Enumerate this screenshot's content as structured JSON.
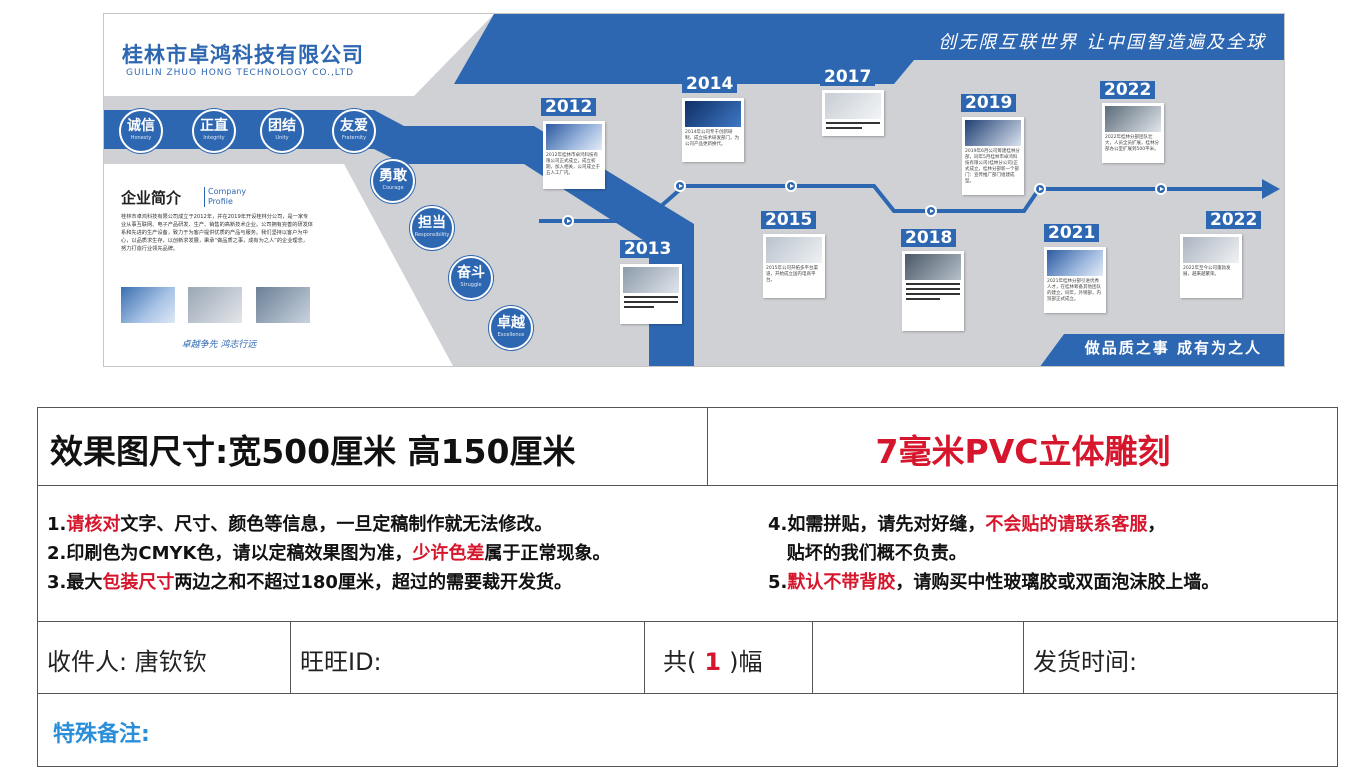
{
  "banner": {
    "company_cn": "桂林市卓鸿科技有限公司",
    "company_en": "GUILIN ZHUO HONG TECHNOLOGY CO.,LTD",
    "slogan_top": "创无限互联世界 让中国智造遍及全球",
    "slogan_bottom": "做品质之事 成有为之人",
    "accent_color": "#2e67b1",
    "values": [
      {
        "cn": "诚信",
        "en": "Honesty"
      },
      {
        "cn": "正直",
        "en": "Integrity"
      },
      {
        "cn": "团结",
        "en": "Unity"
      },
      {
        "cn": "友爱",
        "en": "Fraternity"
      },
      {
        "cn": "勇敢",
        "en": "Courage"
      },
      {
        "cn": "担当",
        "en": "Responsibility"
      },
      {
        "cn": "奋斗",
        "en": "Struggle"
      },
      {
        "cn": "卓越",
        "en": "Excellence"
      }
    ],
    "intro": {
      "title": "企业简介",
      "subtitle_1": "Company",
      "subtitle_2": "Profile",
      "body": "桂林市卓鸿科技有限公司成立于2012年，并在2019年开设桂林分公司，是一家专业从事互联网、电子产品研发、生产、销售的高新技术企业。公司拥有完善的研发体系和先进的生产设备，致力于为客户提供优质的产品与服务。我们坚持以客户为中心，以品质求生存，以创新求发展，秉承“做品质之事，成有为之人”的企业理念，努力打造行业领先品牌。",
      "footer": "卓越争先 鸿志行远"
    },
    "timeline": [
      {
        "year": "2012",
        "text": "2012年桂林市卓鸿科技有限公司正式成立，成立初期，加入相关，公司成立于五人工厂内。"
      },
      {
        "year": "2013",
        "text": ""
      },
      {
        "year": "2014",
        "text": "2014年公司专于创新研制，成立技术研发部门，为公司产品更新换代。"
      },
      {
        "year": "2015",
        "text": "2015年公司开拓多平台渠道，开始成立国内电商平台。"
      },
      {
        "year": "2017",
        "text": ""
      },
      {
        "year": "2018",
        "text": ""
      },
      {
        "year": "2019",
        "text": "2019年6月公司筹建桂林分部，同年5月桂林市卓鸿科技有限公司(桂林分公司)正式成立，桂林分部新一个部门：宣传推广部门组建成型。"
      },
      {
        "year": "2021",
        "text": "2021年桂林分部引进优秀人才，在桂林筹备其他团队的建立，同年，外销部，内贸部正式成立。"
      },
      {
        "year": "2022",
        "text": "2022年桂林分部团队壮大，人员全员扩展，桂林分部办公室扩展到500平米。"
      },
      {
        "year": "2022",
        "text": "2022年至今公司蓬勃发展，越来越繁荣。"
      }
    ]
  },
  "order": {
    "size_label": "效果图尺寸:宽500厘米  高150厘米",
    "material": "7毫米PVC立体雕刻",
    "notes_left": [
      {
        "pre": "1.",
        "red": "请核对",
        "post": "文字、尺寸、颜色等信息，一旦定稿制作就无法修改。"
      },
      {
        "pre": "2.印刷色为CMYK色，请以定稿效果图为准，",
        "red": "少许色差",
        "post": "属于正常现象。"
      },
      {
        "pre": "3.最大",
        "red": "包装尺寸",
        "post": "两边之和不超过180厘米，超过的需要裁开发货。"
      }
    ],
    "notes_right": [
      {
        "pre": "4.如需拼贴，请先对好缝，",
        "red": "不会贴的请联系客服",
        "post": "，"
      },
      {
        "pre": "   贴坏的我们概不负责。",
        "red": "",
        "post": ""
      },
      {
        "pre": "5.",
        "red": "默认不带背胶",
        "post": "，请购买中性玻璃胶或双面泡沫胶上墙。"
      }
    ],
    "recipient": "收件人: 唐钦钦",
    "wangwang": "旺旺ID:",
    "count_pre": "共(",
    "count_value": "1",
    "count_post": ")幅",
    "ship_time": "发货时间:",
    "remark": "特殊备注:"
  }
}
